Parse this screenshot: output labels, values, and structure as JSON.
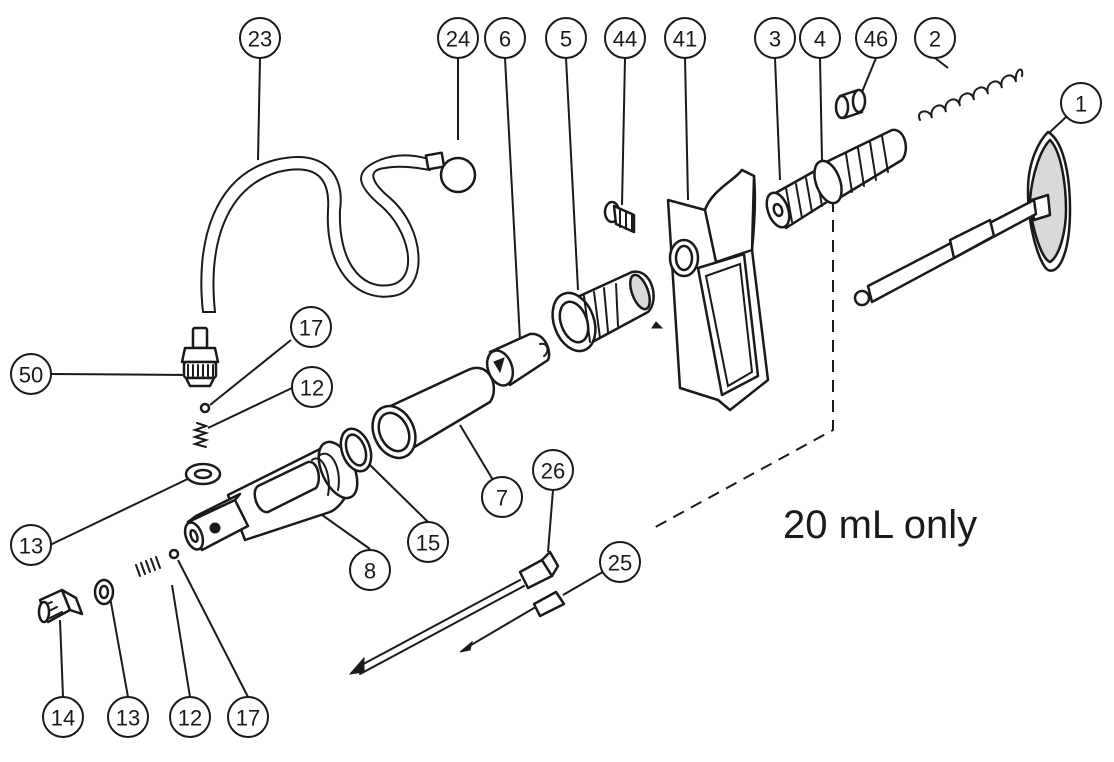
{
  "note": "20 mL only",
  "callouts": [
    "23",
    "24",
    "6",
    "5",
    "44",
    "41",
    "3",
    "4",
    "46",
    "2",
    "1",
    "17",
    "12",
    "50",
    "13",
    "15",
    "7",
    "26",
    "8",
    "25",
    "14",
    "13",
    "12",
    "17"
  ]
}
